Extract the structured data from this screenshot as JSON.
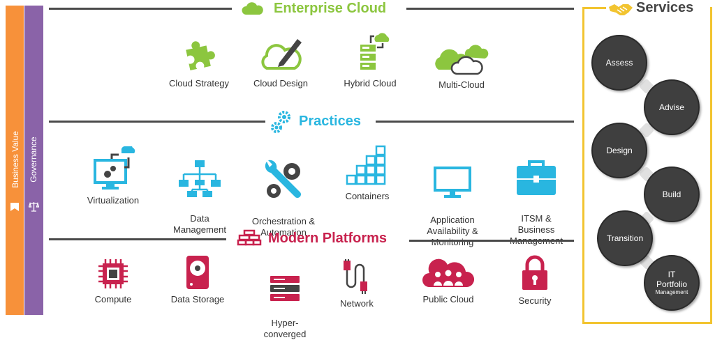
{
  "side": {
    "business_value": "Business Value",
    "governance": "Governance"
  },
  "sections": {
    "enterprise_cloud": {
      "title": "Enterprise Cloud",
      "color": "#8cc63f",
      "items": [
        "Cloud Strategy",
        "Cloud Design",
        "Hybrid Cloud",
        "Multi-Cloud"
      ]
    },
    "practices": {
      "title": "Practices",
      "color": "#29b6e0",
      "items": [
        "Virtualization",
        "Data\nManagement",
        "Orchestration &\nAutomation",
        "Containers",
        "Application\nAvailability &\nMonitoring",
        "ITSM &\nBusiness\nManagement"
      ]
    },
    "modern_platforms": {
      "title": "Modern Platforms",
      "color": "#c8224e",
      "items": [
        "Compute",
        "Data Storage",
        "Hyper-\nconverged",
        "Network",
        "Public Cloud",
        "Security"
      ]
    }
  },
  "services": {
    "title": "Services",
    "color": "#f2c430",
    "steps": [
      "Assess",
      "Advise",
      "Design",
      "Build",
      "Transition"
    ],
    "last_line1": "IT",
    "last_line2": "Portfolio",
    "last_line3": "Management"
  },
  "colors": {
    "business_value_bar": "#f7913a",
    "governance_bar": "#8a63a8",
    "circle": "#3f3f3f"
  }
}
